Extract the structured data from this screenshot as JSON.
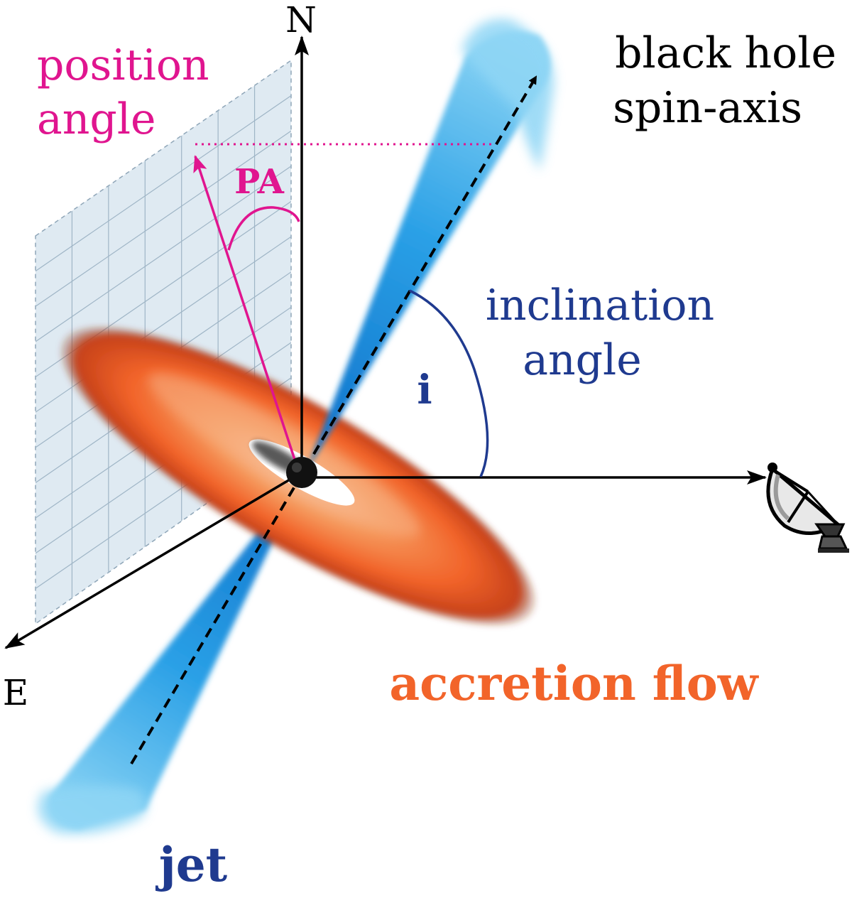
{
  "labels": {
    "north": "N",
    "east": "E",
    "position_angle_line1": "position",
    "position_angle_line2": "angle",
    "pa_symbol": "PA",
    "spin_axis_line1": "black hole",
    "spin_axis_line2": "spin-axis",
    "inclination_line1": "inclination",
    "inclination_line2": "angle",
    "inclination_symbol": "i",
    "accretion_flow": "accretion flow",
    "jet": "jet"
  },
  "colors": {
    "position_angle": "#e0158f",
    "inclination": "#1f3a8f",
    "accretion": "#f2642a",
    "jet": "#29a3e0",
    "grid_plane": "#dce8f0",
    "axis": "#000000"
  },
  "icons": {
    "observer": "radio-telescope-icon"
  }
}
